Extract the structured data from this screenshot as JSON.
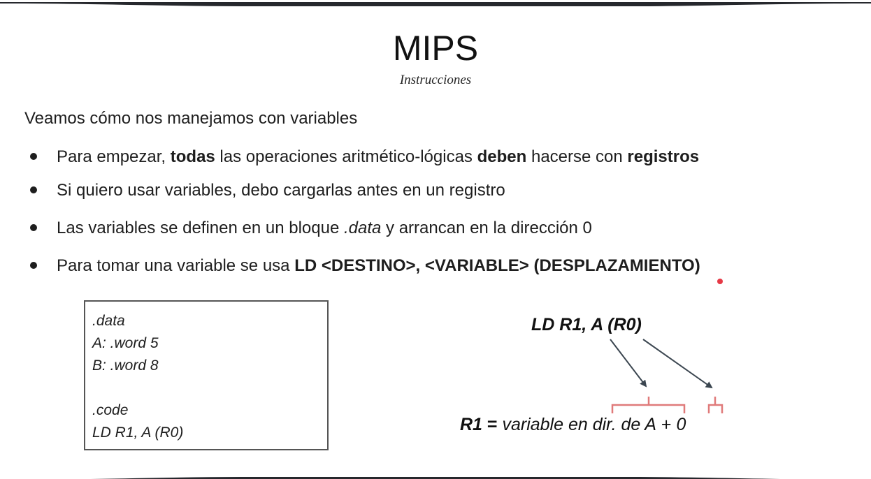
{
  "slide": {
    "title": "MIPS",
    "subtitle": "Instrucciones",
    "intro": "Veamos cómo nos manejamos con variables",
    "bullets": [
      {
        "parts": [
          {
            "text": "Para empezar, ",
            "bold": false
          },
          {
            "text": "todas",
            "bold": true
          },
          {
            "text": " las operaciones aritmético-lógicas ",
            "bold": false
          },
          {
            "text": "deben",
            "bold": true
          },
          {
            "text": " hacerse con ",
            "bold": false
          },
          {
            "text": "registros",
            "bold": true
          }
        ]
      },
      {
        "parts": [
          {
            "text": "Si quiero usar variables, debo cargarlas antes en un registro",
            "bold": false
          }
        ]
      },
      {
        "parts": [
          {
            "text": "Las variables se definen en un bloque ",
            "bold": false
          },
          {
            "text": ".data",
            "italic": true
          },
          {
            "text": " y arrancan en la dirección 0",
            "bold": false
          }
        ]
      },
      {
        "parts": [
          {
            "text": "Para tomar una variable se usa ",
            "bold": false
          },
          {
            "text": "LD <DESTINO>, <VARIABLE> (DESPLAZAMIENTO)",
            "bold": true
          }
        ]
      }
    ],
    "code_lines": [
      ".data",
      "A: .word 5",
      "B: .word 8",
      "",
      ".code",
      "LD R1, A (R0)"
    ],
    "ld_expression": "LD R1, A (R0)",
    "result": {
      "r1": "R1",
      "equals": " = ",
      "text": "variable en dir. de A",
      "plus": " + ",
      "zero": "0"
    }
  },
  "colors": {
    "background": "#ffffff",
    "frame": "#26282d",
    "text": "#1e1e1e",
    "arrow": "#3b4650",
    "brace": "#e07a7a",
    "cursor": "#e63946"
  }
}
